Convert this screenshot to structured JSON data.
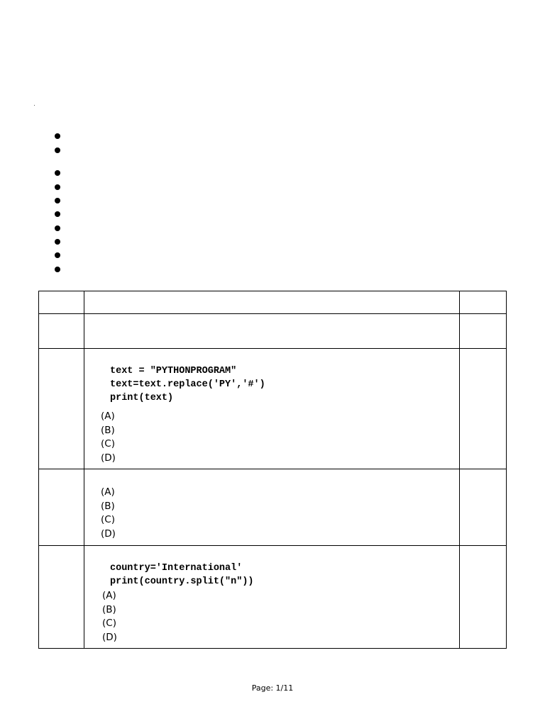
{
  "bullet_count": 10,
  "questions": [
    {
      "code": [
        "text = \"PYTHONPROGRAM\"",
        "text=text.replace('PY','#')",
        "print(text)"
      ],
      "options": [
        "(A)",
        "(B)",
        "(C)",
        "(D)"
      ]
    },
    {
      "code": [],
      "options": [
        "(A)",
        "(B)",
        "(C)",
        "(D)"
      ]
    },
    {
      "code": [
        "country='International'",
        "print(country.split(\"n\"))"
      ],
      "options": [
        "(A)",
        "(B)",
        "(C)",
        "(D)"
      ]
    }
  ],
  "footer": {
    "page_label": "Page: 1/11"
  }
}
